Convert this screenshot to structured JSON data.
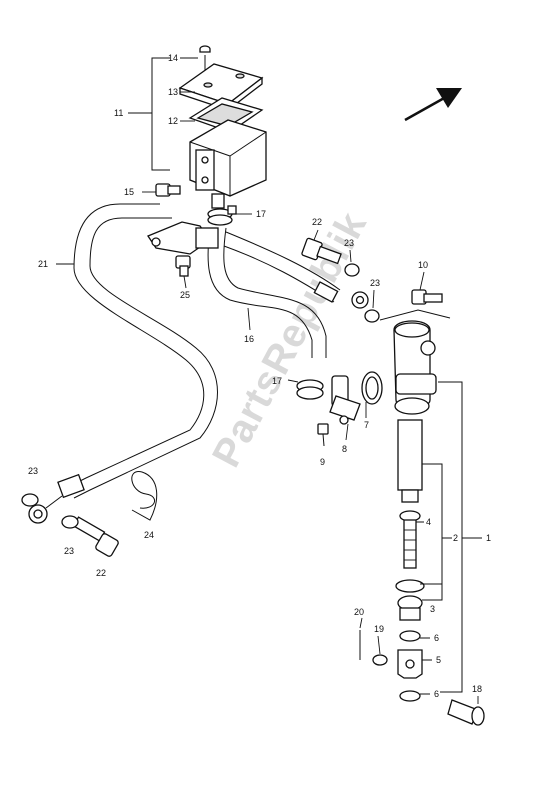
{
  "watermark": "PartsRepublik",
  "labels": {
    "p1": "1",
    "p2": "2",
    "p3": "3",
    "p4": "4",
    "p5": "5",
    "p6a": "6",
    "p6b": "6",
    "p7": "7",
    "p8": "8",
    "p9": "9",
    "p10": "10",
    "p11": "11",
    "p12": "12",
    "p13": "13",
    "p14": "14",
    "p15": "15",
    "p16": "16",
    "p17a": "17",
    "p17b": "17",
    "p18": "18",
    "p19": "19",
    "p20": "20",
    "p21": "21",
    "p22a": "22",
    "p22b": "22",
    "p23a": "23",
    "p23b": "23",
    "p23c": "23",
    "p23d": "23",
    "p24": "24",
    "p25": "25"
  }
}
